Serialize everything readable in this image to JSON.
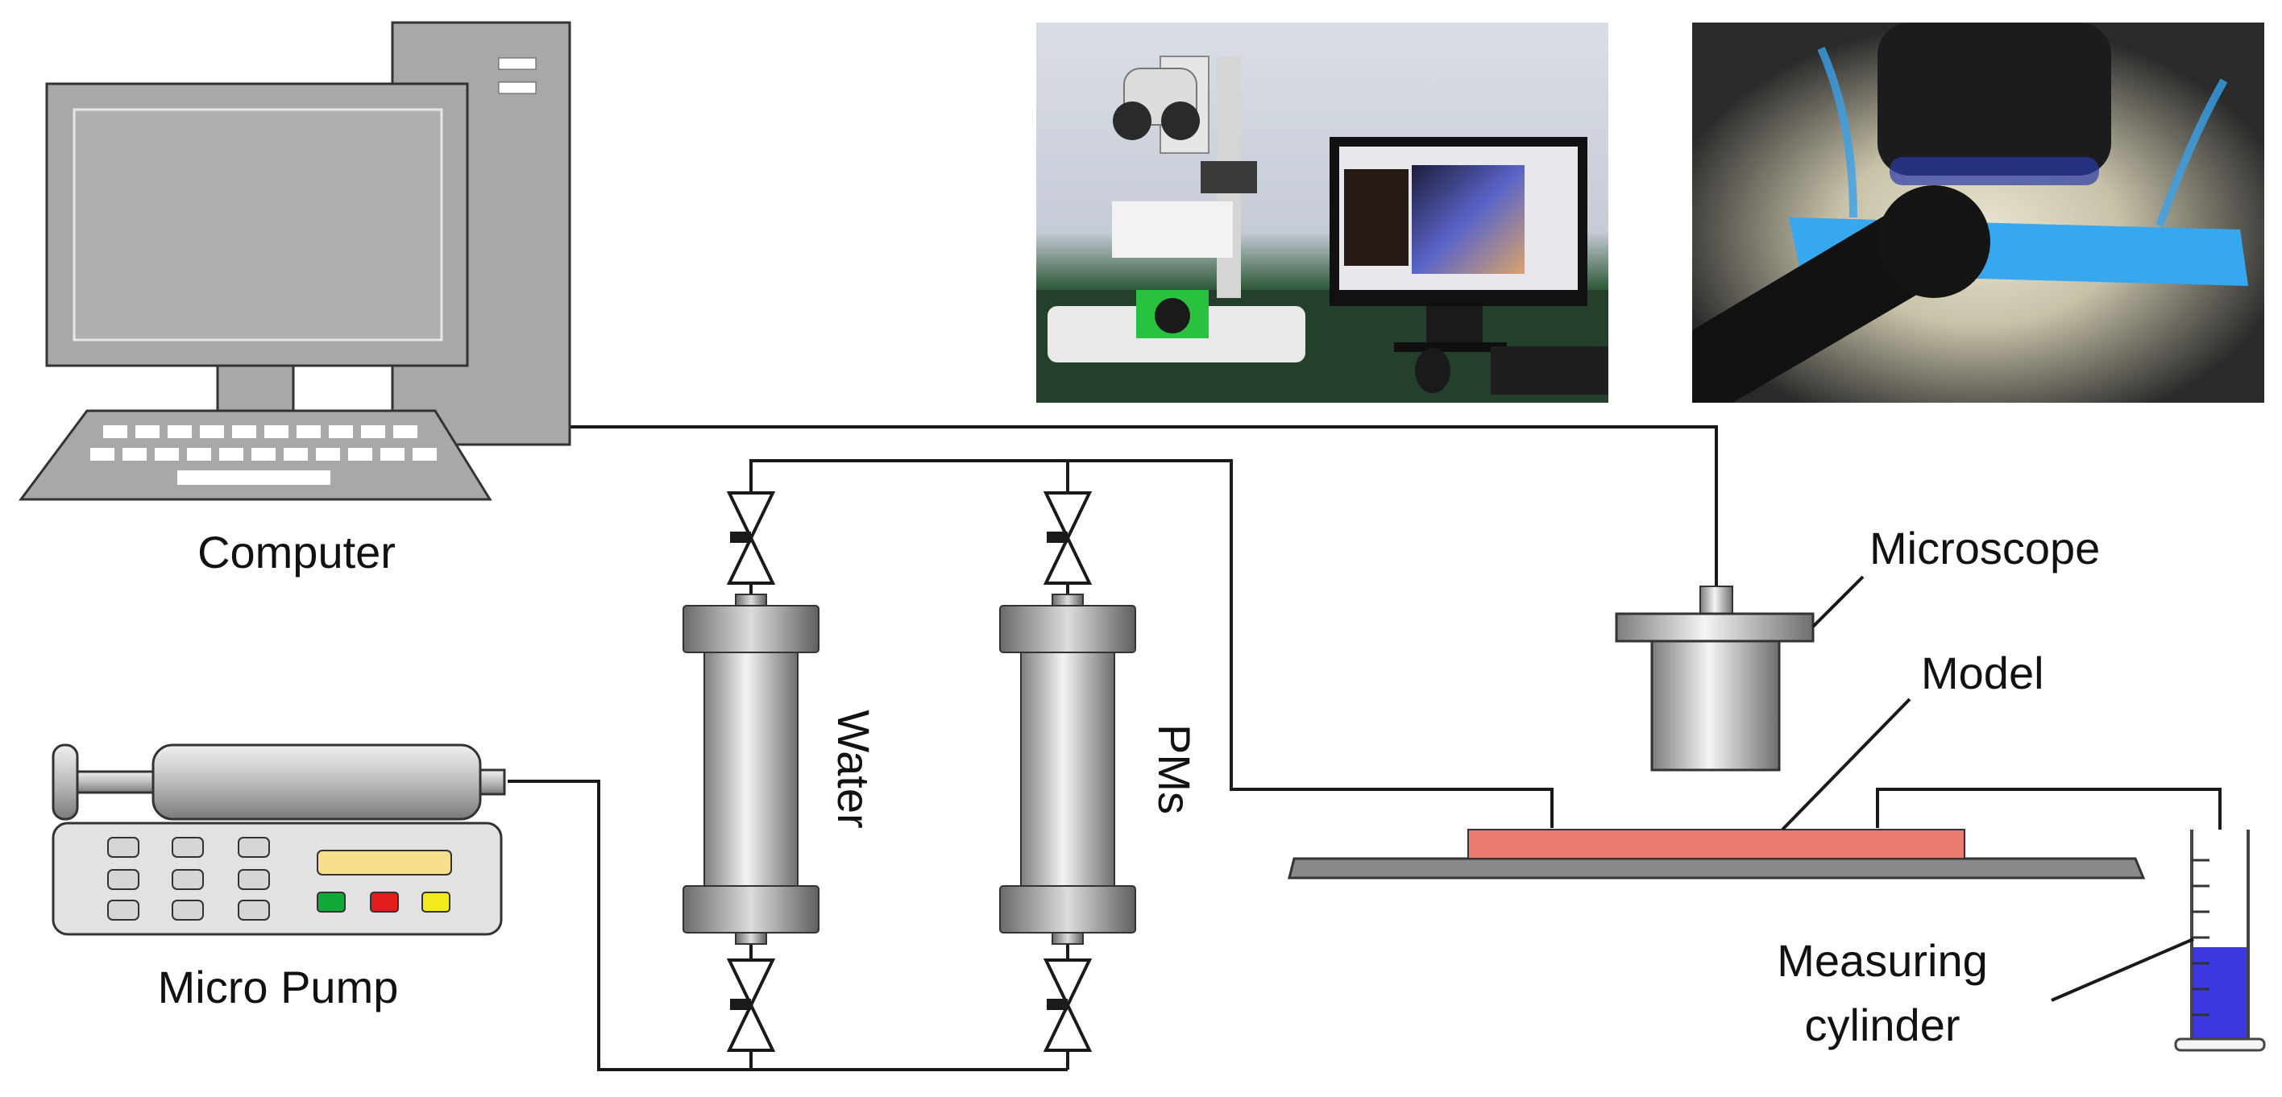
{
  "labels": {
    "computer": "Computer",
    "micro_pump": "Micro Pump",
    "water": "Water",
    "pms": "PMs",
    "microscope": "Microscope",
    "model": "Model",
    "measuring_line1": "Measuring",
    "measuring_line2": "cylinder"
  },
  "colors": {
    "model_slab": "#e97b70",
    "cylinder_liquid": "#3a3ae0",
    "pump_green": "#12a83a",
    "pump_red": "#e21b1b",
    "pump_yellow": "#f2ea1c",
    "pump_display": "#f7de8a"
  },
  "photos": {
    "left": "stereo microscope workstation with monitor",
    "right": "close-up of microfluidic model under microscope lens"
  }
}
